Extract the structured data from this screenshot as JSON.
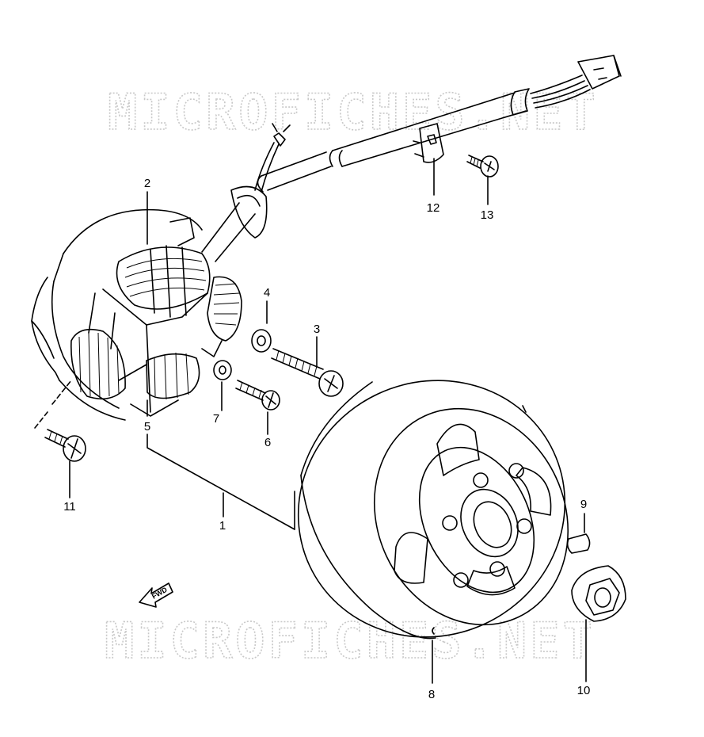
{
  "watermark": {
    "text": "MICROFICHES.NET"
  },
  "fwd_label": "FWD",
  "callouts": {
    "c1": "1",
    "c2": "2",
    "c3": "3",
    "c4": "4",
    "c5": "5",
    "c6": "6",
    "c7": "7",
    "c8": "8",
    "c9": "9",
    "c10": "10",
    "c11": "11",
    "c12": "12",
    "c13": "13"
  },
  "colors": {
    "line": "#000000",
    "watermark": "#c8c8c8",
    "background": "#ffffff"
  }
}
